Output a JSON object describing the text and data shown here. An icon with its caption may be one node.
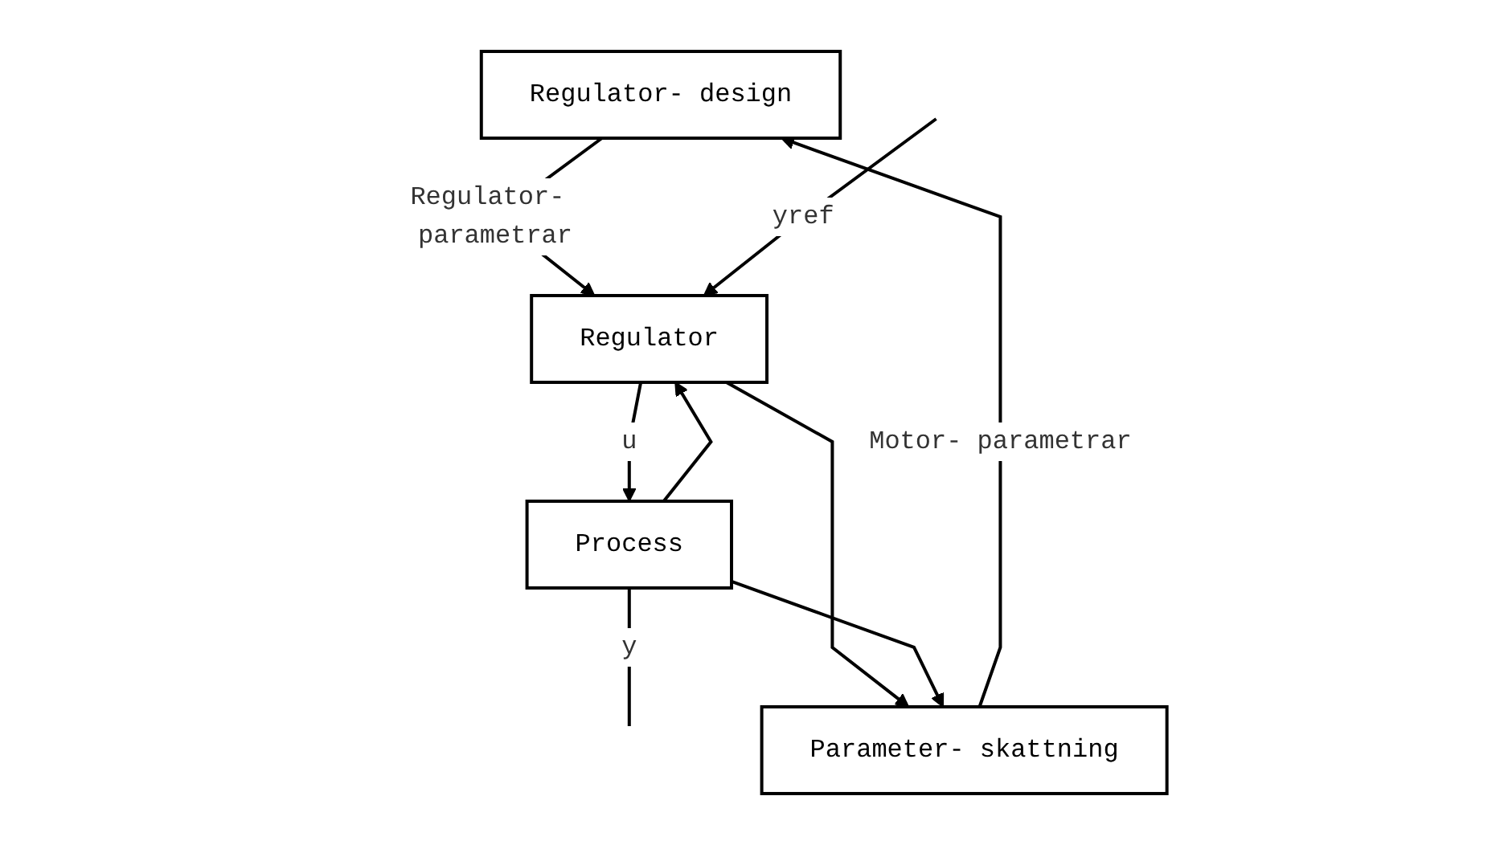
{
  "diagram": {
    "nodes": [
      {
        "text": [
          "Regulator- design"
        ]
      },
      {
        "text": [
          "Parameter- skattning"
        ]
      },
      {
        "text": [
          "Regulator"
        ]
      },
      {
        "text": [
          "Process"
        ]
      }
    ],
    "edges": [
      {
        "from": 1,
        "to": 0,
        "arrow": "to",
        "label": "Motor- parametrar"
      },
      {
        "from": 0,
        "to": 2,
        "arrow": "to",
        "label": "Regulator- parametrar"
      },
      {
        "from": null,
        "to": 2,
        "arrow": "to",
        "label": "yref"
      },
      {
        "from": 2,
        "to": 3,
        "arrow": "to",
        "label": "u"
      },
      {
        "from": 2,
        "to": 1,
        "arrow": "to"
      },
      {
        "from": 3,
        "to": null,
        "arrow": "none",
        "label": "y"
      },
      {
        "from": 3,
        "to": 1,
        "arrow": "to"
      },
      {
        "from": 3,
        "to": 2,
        "arrow": "to"
      }
    ]
  }
}
